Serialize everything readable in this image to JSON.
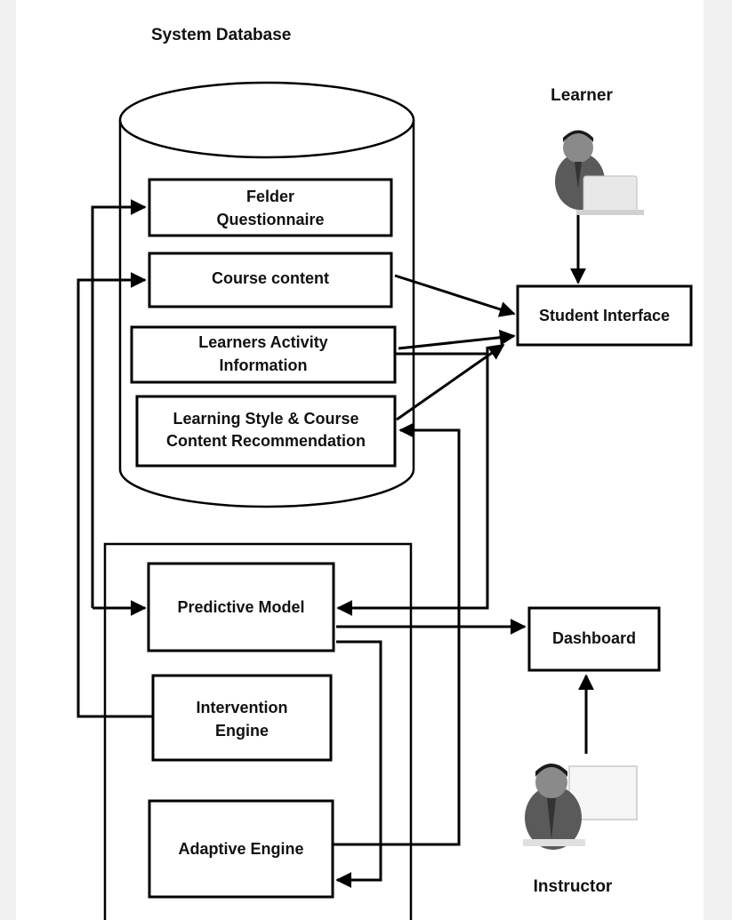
{
  "database": {
    "title": "System Database",
    "modules": {
      "felder_line1": "Felder",
      "felder_line2": "Questionnaire",
      "course_content": "Course content",
      "activity_line1": "Learners Activity",
      "activity_line2": "Information",
      "recommend_line1": "Learning Style & Course",
      "recommend_line2": "Content Recommendation"
    }
  },
  "actors": {
    "learner": "Learner",
    "instructor": "Instructor",
    "learner_icon": "learner-at-laptop-icon",
    "instructor_icon": "instructor-at-whiteboard-icon"
  },
  "interfaces": {
    "student": "Student Interface",
    "dashboard": "Dashboard"
  },
  "engines": {
    "predictive": "Predictive Model",
    "intervention_line1": "Intervention",
    "intervention_line2": "Engine",
    "adaptive": "Adaptive Engine"
  },
  "colors": {
    "stroke": "#000000",
    "background": "#ffffff",
    "page": "#f0f0f0"
  }
}
